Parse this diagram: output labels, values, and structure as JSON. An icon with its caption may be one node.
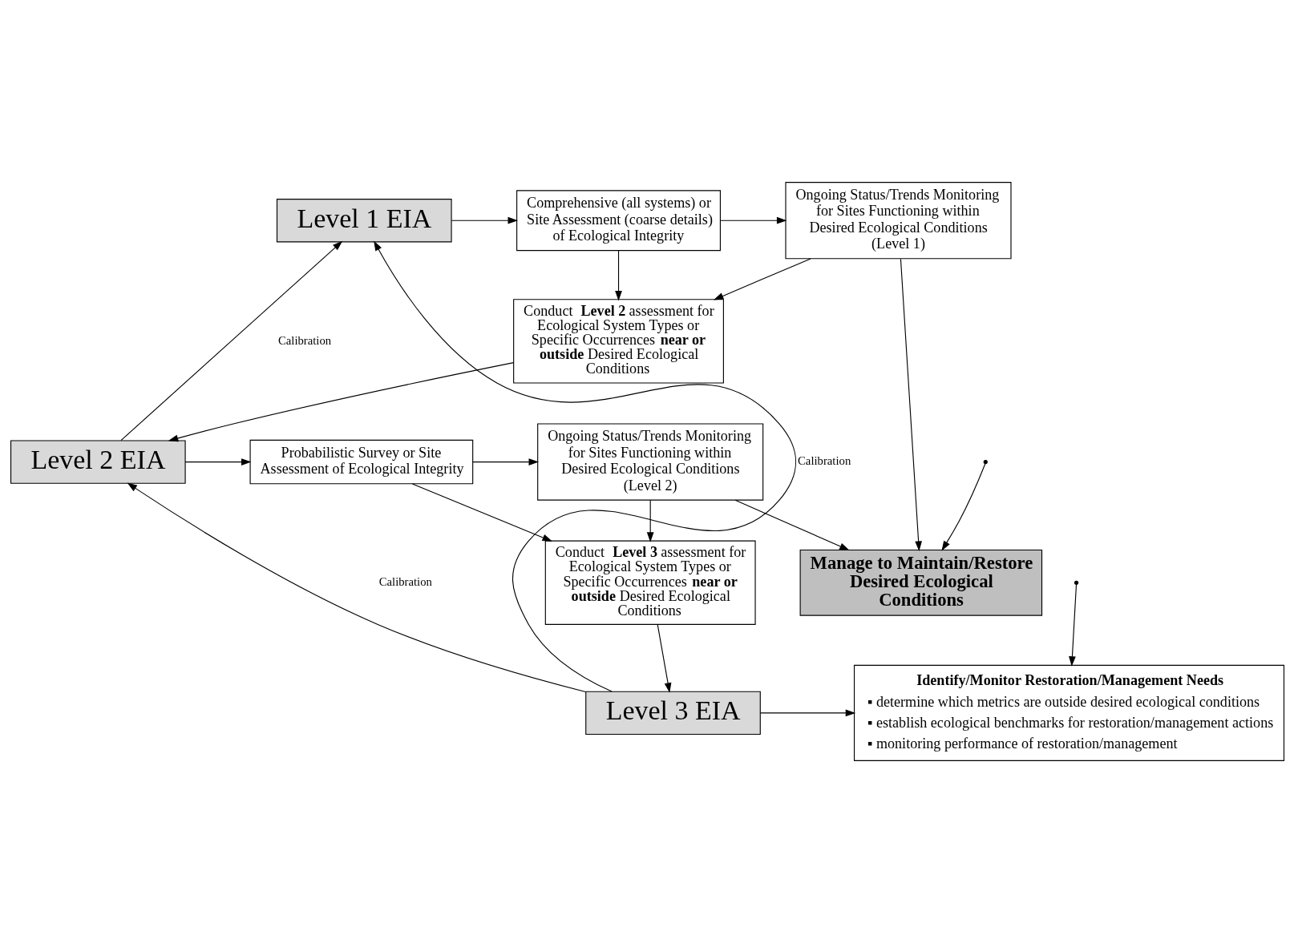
{
  "diagram": {
    "nodes": [
      {
        "text": [
          "Level 1 EIA"
        ]
      },
      {
        "text": [
          "Comprehensive (all systems) or Site Assessment (coarse details) of Ecological Integrity"
        ]
      },
      {
        "text": [
          "Ongoing Status/Trends Monitoring for Sites Functioning within Desired Ecological Conditions (Level 1)"
        ]
      },
      {
        "text": [
          "Conduct **Level 2** assessment for Ecological System Types or Specific Occurrences **near or outside** Desired Ecological Conditions"
        ]
      },
      {
        "text": [
          "Manage to Maintain/Restore Desired Ecological Conditions"
        ]
      },
      {
        "text": [
          "Level 2 EIA"
        ]
      },
      {
        "text": [
          "Probabilistic Survey or Site Assessment of Ecological Integrity"
        ]
      },
      {
        "text": [
          "Ongoing Status/Trends Monitoring for Sites Functioning within Desired Ecological Conditions (Level 2)"
        ]
      },
      {
        "text": [
          "Conduct **Level 3** assessment for Ecological System Types or Specific Occurrences **near or outside** Desired Ecological Conditions"
        ]
      },
      {
        "text": [
          "Level 3 EIA"
        ]
      },
      {
        "text": [
          "**Identify/Monitor Restoration/Management Needs**",
          "▪ determine which metrics are outside desired ecological conditions",
          "▪ establish ecological benchmarks for restoration/management actions",
          "▪ monitoring performance of restoration/management"
        ]
      }
    ],
    "edges": [
      {
        "from": 0,
        "to": 1,
        "arrow": "to"
      },
      {
        "from": 1,
        "to": 2,
        "arrow": "to"
      },
      {
        "from": 1,
        "to": 3,
        "arrow": "to"
      },
      {
        "from": 2,
        "to": 3,
        "arrow": "to"
      },
      {
        "from": 2,
        "to": 4,
        "arrow": "to"
      },
      {
        "from": null,
        "to": 4,
        "arrow": "to"
      },
      {
        "from": 3,
        "to": 5,
        "arrow": "to"
      },
      {
        "from": 5,
        "to": 0,
        "arrow": "to",
        "label": "Calibration"
      },
      {
        "from": 5,
        "to": 6,
        "arrow": "to"
      },
      {
        "from": 6,
        "to": 7,
        "arrow": "to"
      },
      {
        "from": 7,
        "to": 4,
        "arrow": "to"
      },
      {
        "from": 6,
        "to": 8,
        "arrow": "to"
      },
      {
        "from": 7,
        "to": 8,
        "arrow": "to"
      },
      {
        "from": 8,
        "to": 9,
        "arrow": "to"
      },
      {
        "from": 9,
        "to": 5,
        "arrow": "to",
        "label": "Calibration"
      },
      {
        "from": 9,
        "to": 0,
        "arrow": "to",
        "label": "Calibration"
      },
      {
        "from": 9,
        "to": 10,
        "arrow": "to"
      },
      {
        "from": null,
        "to": 10,
        "arrow": "to"
      }
    ]
  }
}
